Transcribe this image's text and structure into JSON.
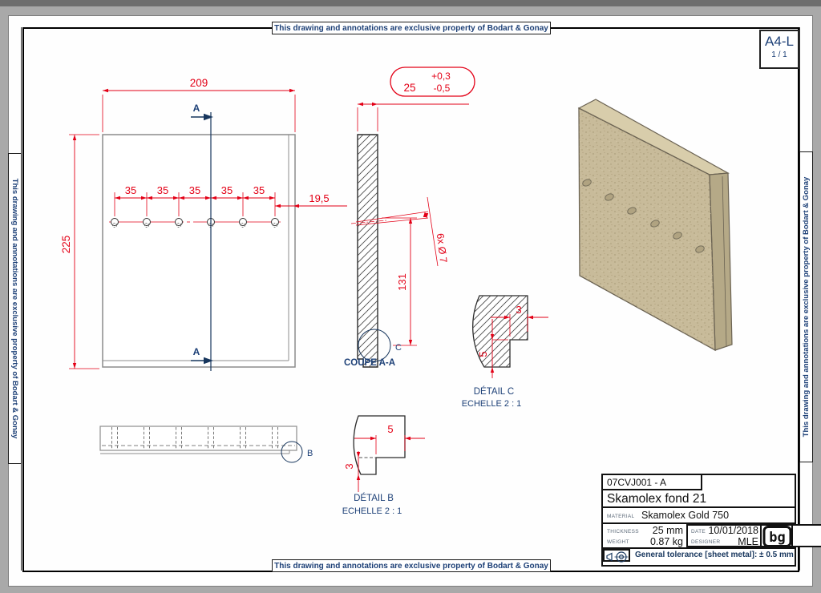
{
  "notice": {
    "text": "This drawing and annotations are exclusive property of Bodart & Gonay"
  },
  "sheet": {
    "format": "A4-L",
    "page": "1 / 1"
  },
  "front_view": {
    "section_label": "A",
    "dim_width": "209",
    "dim_height": "225",
    "hole_spacing": [
      "35",
      "35",
      "35",
      "35",
      "35"
    ],
    "dim_hole_edge": "19,5"
  },
  "section_view": {
    "label": "COUPE A-A",
    "dim_thickness": "25",
    "tol_plus": "+0,3",
    "tol_minus": "-0,5",
    "dim_hole_height": "131",
    "holes_note": "6x Ø 7",
    "detail_marker": "C"
  },
  "detail_c": {
    "title": "DÉTAIL C",
    "scale": "ECHELLE 2 : 1",
    "dim_depth": "3",
    "dim_height": "5"
  },
  "detail_b": {
    "title": "DÉTAIL B",
    "scale": "ECHELLE 2 : 1",
    "dim_depth": "5",
    "dim_height": "3",
    "marker": "B"
  },
  "title_block": {
    "doc_number": "07CVJ001 - A",
    "title": "Skamolex fond 21",
    "material_label": "MATERIAL",
    "material": "Skamolex Gold 750",
    "thickness_label": "THICKNESS",
    "thickness": "25 mm",
    "weight_label": "WEIGHT",
    "weight": "0.87 kg",
    "date_label": "DATE",
    "date": "10/01/2018",
    "designer_label": "DESIGNER",
    "designer": "MLE",
    "logo_text": "bg",
    "tolerance": "General tolerance [sheet metal]: ± 0.5 mm"
  },
  "colors": {
    "dimension_red": "#e30016",
    "annotation_blue": "#1d4077",
    "board_tan": "#c8bb9a"
  }
}
